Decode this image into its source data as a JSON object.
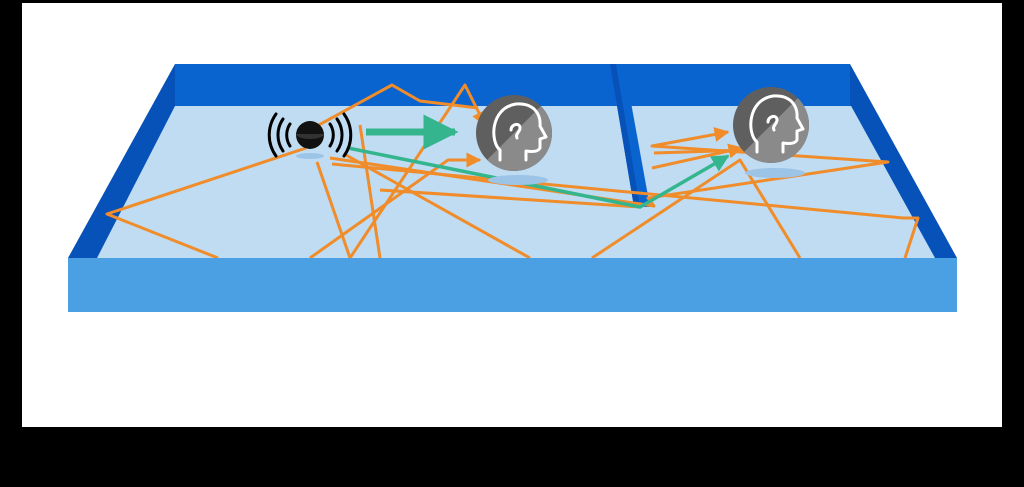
{
  "colors": {
    "frame": "#000000",
    "background": "#ffffff",
    "floor": "#bfdcf2",
    "wall_top": "#0a64cf",
    "wall_front": "#4aa0e2",
    "wall_side": "#0652b8",
    "reflection_path": "#f08c2a",
    "direct_path": "#35b58e",
    "listener_fill": "#5f5f5f",
    "listener_highlight": "#8a8a8a",
    "shadow": "#9cc4e6"
  },
  "icons": {
    "sound_source": "speaker-emitting-sound-icon",
    "listener": "human-head-icon"
  },
  "diagram": {
    "type": "acoustic-propagation",
    "rooms": 2,
    "sound_sources": 1,
    "listeners": 2,
    "direct_paths": 2,
    "reflection_paths": 12
  }
}
